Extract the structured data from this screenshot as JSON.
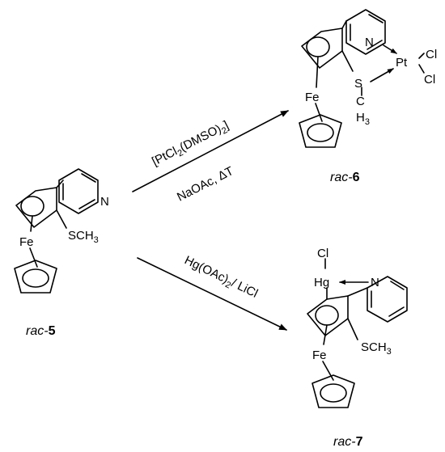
{
  "compounds": {
    "c5": {
      "prefix": "rac-",
      "number": "5"
    },
    "c6": {
      "prefix": "rac-",
      "number": "6"
    },
    "c7": {
      "prefix": "rac-",
      "number": "7"
    }
  },
  "atoms": {
    "n": "N",
    "fe": "Fe",
    "s": "S",
    "c": "C",
    "h": "H",
    "three": "3",
    "pt": "Pt",
    "cl": "Cl",
    "hg": "Hg",
    "sch3_main": "SCH",
    "sch3_sub": "3"
  },
  "reagents": {
    "upper_top": {
      "a": "[PtCl",
      "a_sub": "2",
      "b": "(DMSO)",
      "b_sub": "2",
      "c": "]"
    },
    "upper_bottom": "NaOAc, ΔT",
    "lower": {
      "a": "Hg(OAc)",
      "a_sub": "2",
      "b": "/ LiCl"
    }
  }
}
